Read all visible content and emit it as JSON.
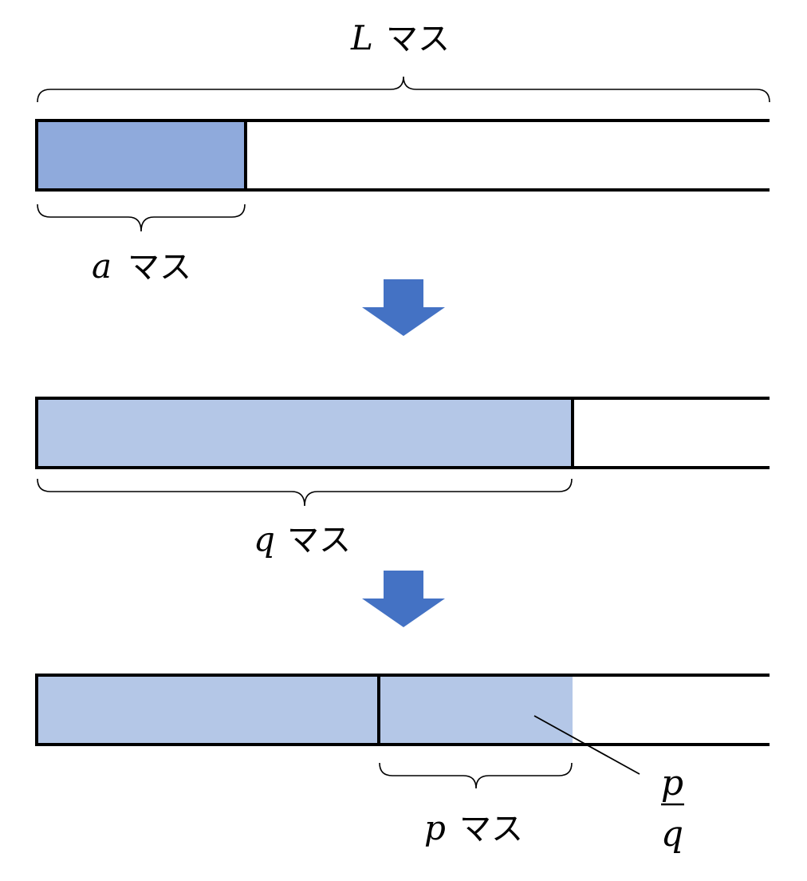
{
  "colors": {
    "fill_dark": "#8faadc",
    "fill_light": "#b4c7e7",
    "arrow": "#4472c4",
    "stroke": "#000000"
  },
  "labels": {
    "total": {
      "var": "L",
      "unit": "マス"
    },
    "initial": {
      "var": "a",
      "unit": "マス"
    },
    "second": {
      "var": "q",
      "unit": "マス"
    },
    "third": {
      "var": "p",
      "unit": "マス"
    }
  },
  "fraction": {
    "numerator": "p",
    "denominator": "q"
  }
}
